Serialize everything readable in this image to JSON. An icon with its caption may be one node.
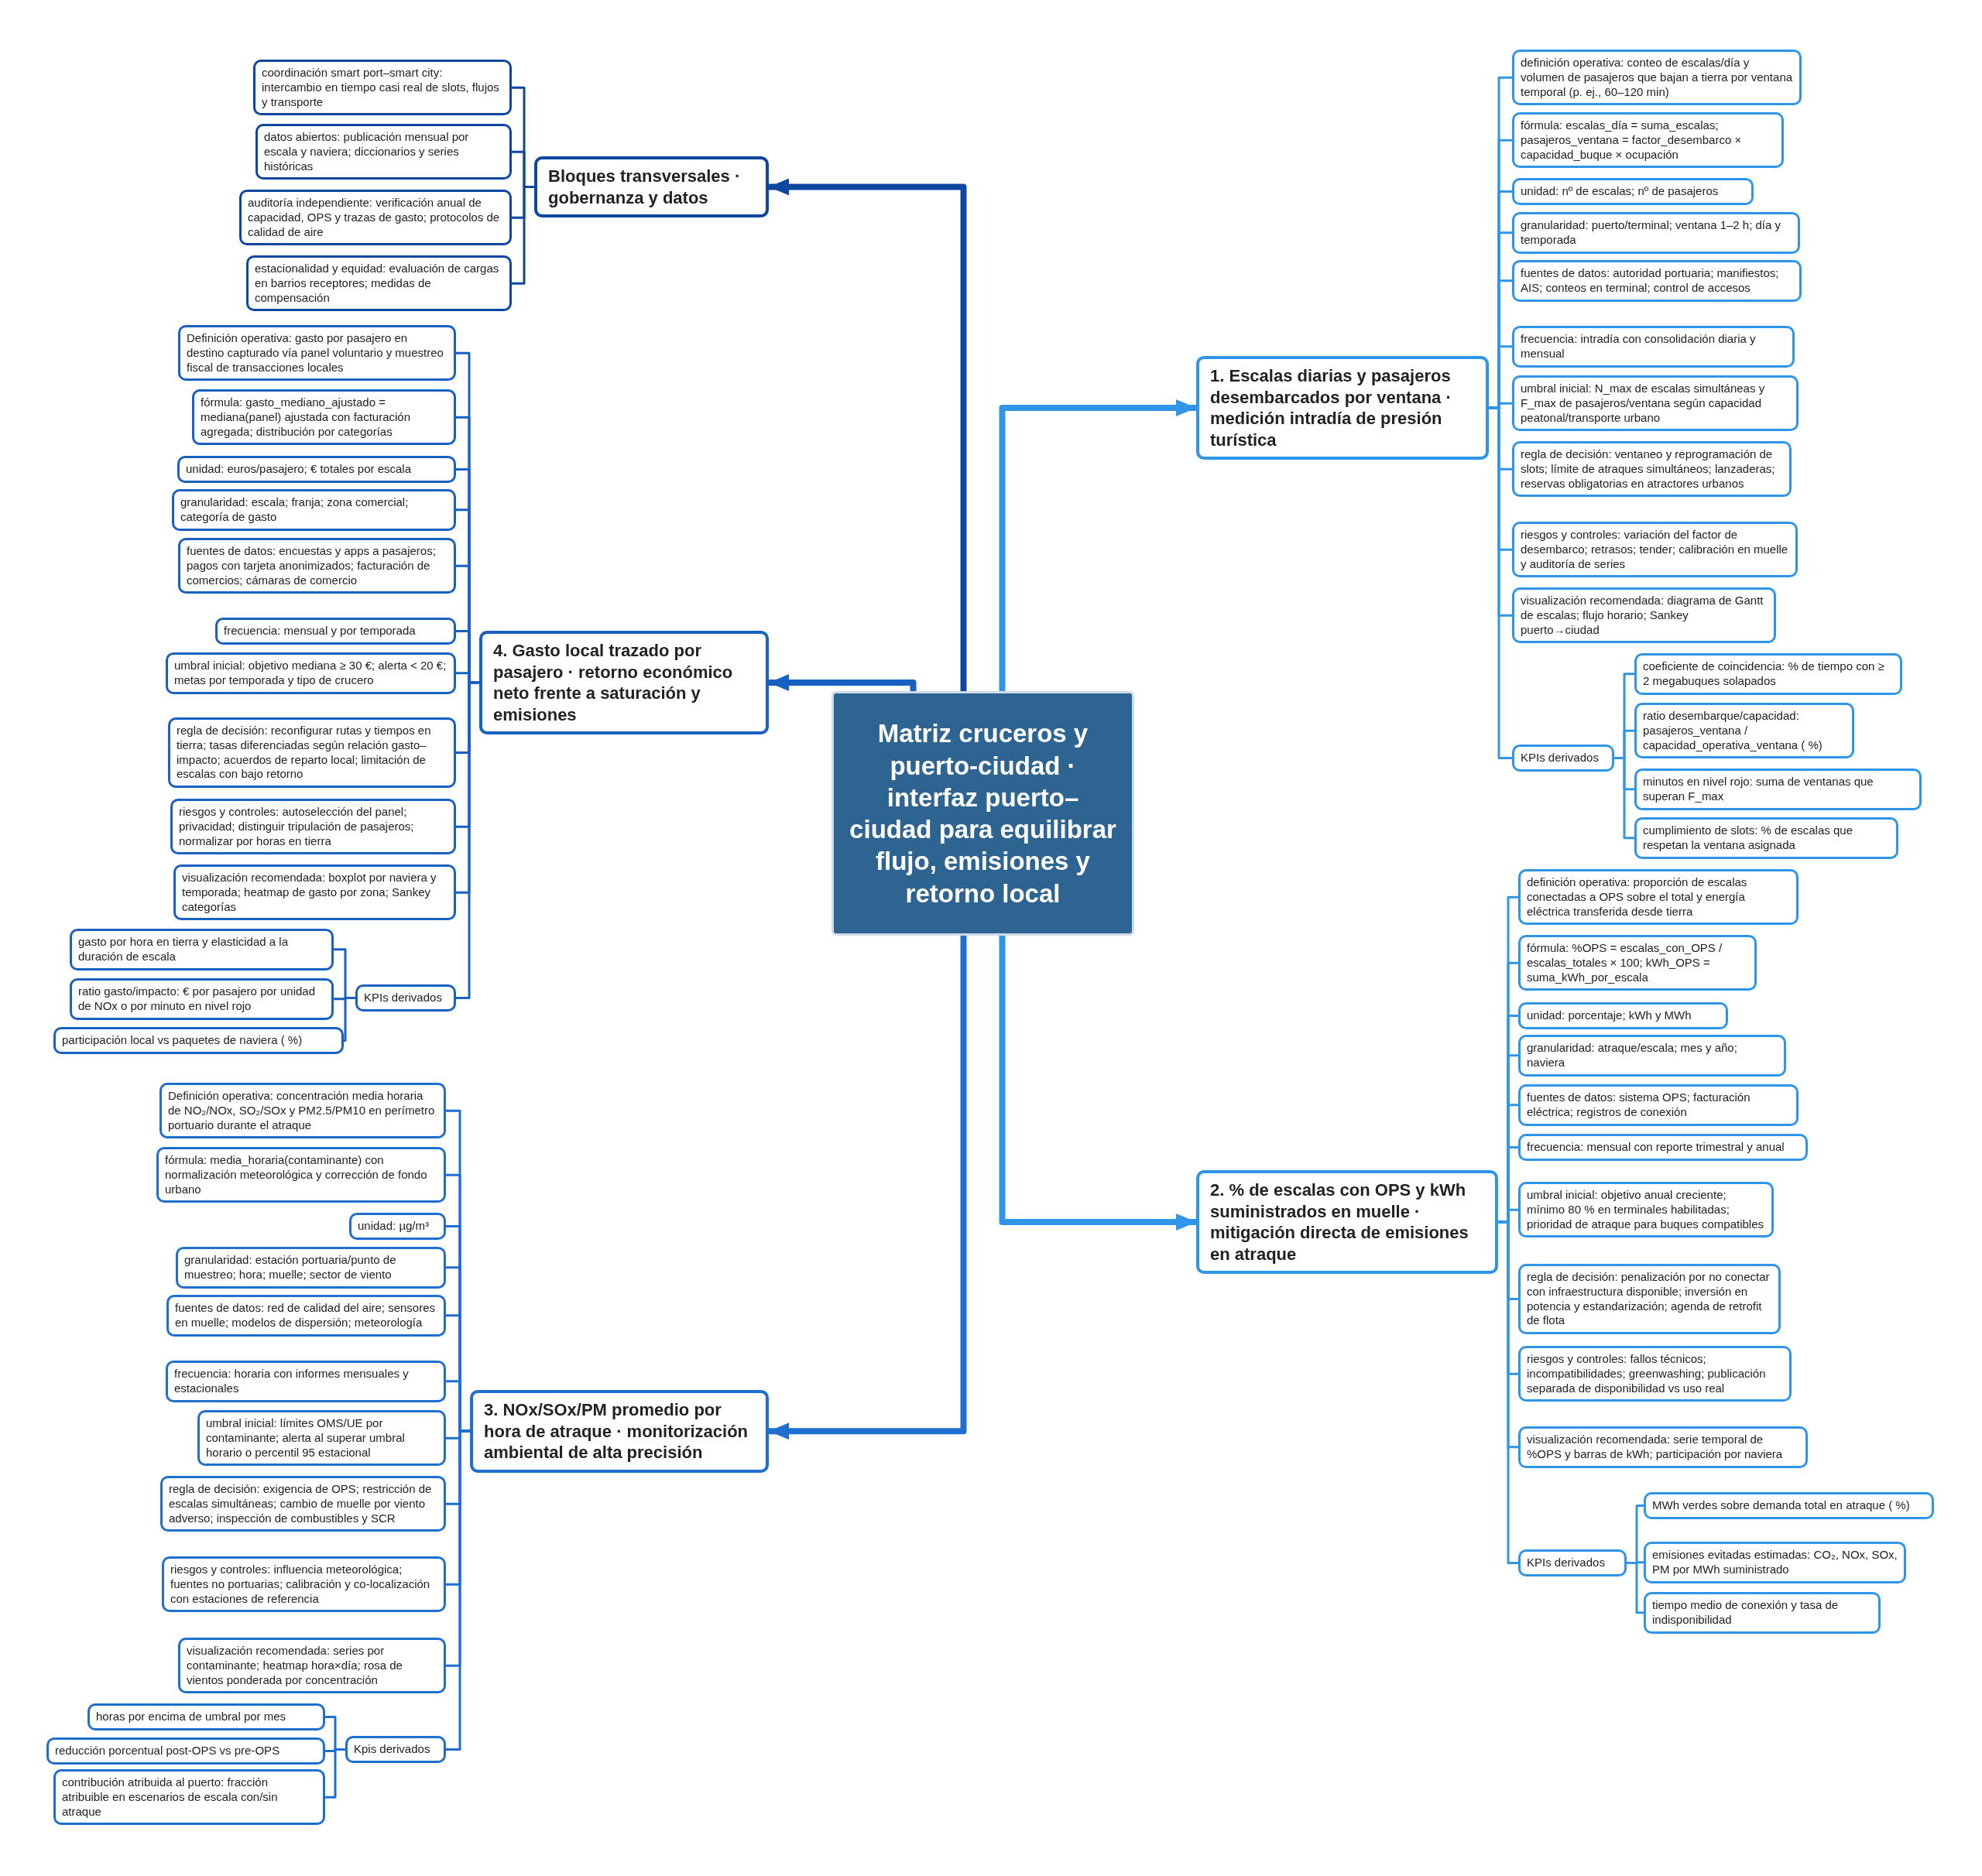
{
  "diagram": {
    "nodes": [
      {
        "text": [
          "Matriz cruceros y puerto-ciudad · interfaz puerto–ciudad para equilibrar flujo, emisiones y retorno local"
        ]
      },
      {
        "text": [
          "1. Escalas diarias y pasajeros desembarcados por ventana · medición intradía de presión turística"
        ]
      },
      {
        "text": [
          "definición operativa: conteo de escalas/día y volumen de pasajeros que bajan a tierra por ventana temporal (p. ej., 60–120 min)"
        ]
      },
      {
        "text": [
          "fórmula: escalas_día = suma_escalas; pasajeros_ventana = factor_desembarco × capacidad_buque × ocupación"
        ]
      },
      {
        "text": [
          "unidad: nº de escalas; nº de pasajeros"
        ]
      },
      {
        "text": [
          "granularidad: puerto/terminal; ventana 1–2 h; día y temporada"
        ]
      },
      {
        "text": [
          "fuentes de datos: autoridad portuaria; manifiestos; AIS; conteos en terminal; control de accesos"
        ]
      },
      {
        "text": [
          "frecuencia: intradía con consolidación diaria y mensual"
        ]
      },
      {
        "text": [
          "umbral inicial: N_max de escalas simultáneas y F_max de pasajeros/ventana según capacidad peatonal/transporte urbano"
        ]
      },
      {
        "text": [
          "regla de decisión: ventaneo y reprogramación de slots; límite de atraques simultáneos; lanzaderas; reservas obligatorias en atractores urbanos"
        ]
      },
      {
        "text": [
          "riesgos y controles: variación del factor de desembarco; retrasos; tender; calibración en muelle y auditoría de series"
        ]
      },
      {
        "text": [
          "visualización recomendada: diagrama de Gantt de escalas; flujo horario; Sankey puerto→ciudad"
        ]
      },
      {
        "text": [
          "KPIs derivados"
        ]
      },
      {
        "text": [
          "coeficiente de coincidencia: % de tiempo con ≥ 2 megabuques solapados"
        ]
      },
      {
        "text": [
          "ratio desembarque/capacidad: pasajeros_ventana / capacidad_operativa_ventana ( %)"
        ]
      },
      {
        "text": [
          "minutos en nivel rojo: suma de ventanas que superan F_max"
        ]
      },
      {
        "text": [
          "cumplimiento de slots: % de escalas que respetan la ventana asignada"
        ]
      },
      {
        "text": [
          "2. % de escalas con OPS y kWh suministrados en muelle · mitigación directa de emisiones en atraque"
        ]
      },
      {
        "text": [
          "definición operativa: proporción de escalas conectadas a OPS sobre el total y energía eléctrica transferida desde tierra"
        ]
      },
      {
        "text": [
          "fórmula: %OPS = escalas_con_OPS / escalas_totales × 100; kWh_OPS = suma_kWh_por_escala"
        ]
      },
      {
        "text": [
          "unidad: porcentaje; kWh y MWh"
        ]
      },
      {
        "text": [
          "granularidad: atraque/escala; mes y año; naviera"
        ]
      },
      {
        "text": [
          "fuentes de datos: sistema OPS; facturación eléctrica; registros de conexión"
        ]
      },
      {
        "text": [
          "frecuencia: mensual con reporte trimestral y anual"
        ]
      },
      {
        "text": [
          "umbral inicial: objetivo anual creciente; mínimo 80 % en terminales habilitadas; prioridad de atraque para buques compatibles"
        ]
      },
      {
        "text": [
          "regla de decisión: penalización por no conectar con infraestructura disponible; inversión en potencia y estandarización; agenda de retrofit de flota"
        ]
      },
      {
        "text": [
          "riesgos y controles: fallos técnicos; incompatibilidades; greenwashing; publicación separada de disponibilidad vs uso real"
        ]
      },
      {
        "text": [
          "visualización recomendada: serie temporal de %OPS y barras de kWh; participación por naviera"
        ]
      },
      {
        "text": [
          "KPIs derivados"
        ]
      },
      {
        "text": [
          "MWh verdes sobre demanda total en atraque ( %)"
        ]
      },
      {
        "text": [
          "emisiones evitadas estimadas: CO₂, NOx, SOx, PM por MWh suministrado"
        ]
      },
      {
        "text": [
          "tiempo medio de conexión y tasa de indisponibilidad"
        ]
      },
      {
        "text": [
          "3. NOx/SOx/PM promedio por hora de atraque · monitorización ambiental de alta precisión"
        ]
      },
      {
        "text": [
          "Definición operativa: concentración media horaria de NO₂/NOx, SO₂/SOx y PM2.5/PM10 en perímetro portuario durante el atraque"
        ]
      },
      {
        "text": [
          "fórmula: media_horaria(contaminante) con normalización meteorológica y corrección de fondo urbano"
        ]
      },
      {
        "text": [
          "unidad: µg/m³"
        ]
      },
      {
        "text": [
          "granularidad: estación portuaria/punto de muestreo; hora; muelle; sector de viento"
        ]
      },
      {
        "text": [
          "fuentes de datos: red de calidad del aire; sensores en muelle; modelos de dispersión; meteorología"
        ]
      },
      {
        "text": [
          "frecuencia: horaria con informes mensuales y estacionales"
        ]
      },
      {
        "text": [
          "umbral inicial: límites OMS/UE por contaminante; alerta al superar umbral horario o percentil 95 estacional"
        ]
      },
      {
        "text": [
          "regla de decisión: exigencia de OPS; restricción de escalas simultáneas; cambio de muelle por viento adverso; inspección de combustibles y SCR"
        ]
      },
      {
        "text": [
          "riesgos y controles: influencia meteorológica; fuentes no portuarias; calibración y co-localización con estaciones de referencia"
        ]
      },
      {
        "text": [
          "visualización recomendada: series por contaminante; heatmap hora×día; rosa de vientos ponderada por concentración"
        ]
      },
      {
        "text": [
          "Kpis derivados"
        ]
      },
      {
        "text": [
          "horas por encima de umbral por mes"
        ]
      },
      {
        "text": [
          "reducción porcentual post-OPS vs pre-OPS"
        ]
      },
      {
        "text": [
          "contribución atribuida al puerto: fracción atribuible en escenarios de escala con/sin atraque"
        ]
      },
      {
        "text": [
          "4. Gasto local trazado por pasajero · retorno económico neto frente a saturación y emisiones"
        ]
      },
      {
        "text": [
          "Definición operativa: gasto por pasajero en destino capturado vía panel voluntario y muestreo fiscal de transacciones locales"
        ]
      },
      {
        "text": [
          "fórmula: gasto_mediano_ajustado = mediana(panel) ajustada con facturación agregada; distribución por categorías"
        ]
      },
      {
        "text": [
          "unidad: euros/pasajero; € totales por escala"
        ]
      },
      {
        "text": [
          "granularidad: escala; franja; zona comercial; categoría de gasto"
        ]
      },
      {
        "text": [
          "fuentes de datos: encuestas y apps a pasajeros; pagos con tarjeta anonimizados; facturación de comercios; cámaras de comercio"
        ]
      },
      {
        "text": [
          "frecuencia: mensual y por temporada"
        ]
      },
      {
        "text": [
          "umbral inicial: objetivo mediana ≥ 30 €; alerta < 20 €; metas por temporada y tipo de crucero"
        ]
      },
      {
        "text": [
          "regla de decisión: reconfigurar rutas y tiempos en tierra; tasas diferenciadas según relación gasto–impacto; acuerdos de reparto local; limitación de escalas con bajo retorno"
        ]
      },
      {
        "text": [
          "riesgos y controles: autoselección del panel; privacidad; distinguir tripulación de pasajeros; normalizar por horas en tierra"
        ]
      },
      {
        "text": [
          "visualización recomendada: boxplot por naviera y temporada; heatmap de gasto por zona; Sankey categorías"
        ]
      },
      {
        "text": [
          "KPIs derivados"
        ]
      },
      {
        "text": [
          "gasto por hora en tierra y elasticidad a la duración de escala"
        ]
      },
      {
        "text": [
          "ratio gasto/impacto: € por pasajero por unidad de NOx o por minuto en nivel rojo"
        ]
      },
      {
        "text": [
          "participación local vs paquetes de naviera ( %)"
        ]
      },
      {
        "text": [
          "Bloques transversales · gobernanza y datos"
        ]
      },
      {
        "text": [
          "coordinación smart port–smart city: intercambio en tiempo casi real de slots, flujos y transporte"
        ]
      },
      {
        "text": [
          "datos abiertos: publicación mensual por escala y naviera; diccionarios y series históricas"
        ]
      },
      {
        "text": [
          "auditoría independiente: verificación anual de capacidad, OPS y trazas de gasto; protocolos de calidad de aire"
        ]
      },
      {
        "text": [
          "estacionalidad y equidad: evaluación de cargas en barrios receptores; medidas de compensación"
        ]
      }
    ],
    "edges": [
      {
        "from": 0,
        "to": 1,
        "arrow": "to",
        "style": "thick"
      },
      {
        "from": 1,
        "to": 2,
        "arrow": "none"
      },
      {
        "from": 1,
        "to": 3,
        "arrow": "none"
      },
      {
        "from": 1,
        "to": 4,
        "arrow": "none"
      },
      {
        "from": 1,
        "to": 5,
        "arrow": "none"
      },
      {
        "from": 1,
        "to": 6,
        "arrow": "none"
      },
      {
        "from": 1,
        "to": 7,
        "arrow": "none"
      },
      {
        "from": 1,
        "to": 8,
        "arrow": "none"
      },
      {
        "from": 1,
        "to": 9,
        "arrow": "none"
      },
      {
        "from": 1,
        "to": 10,
        "arrow": "none"
      },
      {
        "from": 1,
        "to": 11,
        "arrow": "none"
      },
      {
        "from": 1,
        "to": 12,
        "arrow": "none"
      },
      {
        "from": 12,
        "to": 13,
        "arrow": "none"
      },
      {
        "from": 12,
        "to": 14,
        "arrow": "none"
      },
      {
        "from": 12,
        "to": 15,
        "arrow": "none"
      },
      {
        "from": 12,
        "to": 16,
        "arrow": "none"
      },
      {
        "from": 0,
        "to": 17,
        "arrow": "to",
        "style": "thick"
      },
      {
        "from": 17,
        "to": 18,
        "arrow": "none"
      },
      {
        "from": 17,
        "to": 19,
        "arrow": "none"
      },
      {
        "from": 17,
        "to": 20,
        "arrow": "none"
      },
      {
        "from": 17,
        "to": 21,
        "arrow": "none"
      },
      {
        "from": 17,
        "to": 22,
        "arrow": "none"
      },
      {
        "from": 17,
        "to": 23,
        "arrow": "none"
      },
      {
        "from": 17,
        "to": 24,
        "arrow": "none"
      },
      {
        "from": 17,
        "to": 25,
        "arrow": "none"
      },
      {
        "from": 17,
        "to": 26,
        "arrow": "none"
      },
      {
        "from": 17,
        "to": 27,
        "arrow": "none"
      },
      {
        "from": 17,
        "to": 28,
        "arrow": "none"
      },
      {
        "from": 28,
        "to": 29,
        "arrow": "none"
      },
      {
        "from": 28,
        "to": 30,
        "arrow": "none"
      },
      {
        "from": 28,
        "to": 31,
        "arrow": "none"
      },
      {
        "from": 0,
        "to": 32,
        "arrow": "to",
        "style": "thick",
        "color": "#1e6fd0"
      },
      {
        "from": 32,
        "to": 33,
        "arrow": "none",
        "color": "#1e6fd0"
      },
      {
        "from": 32,
        "to": 34,
        "arrow": "none",
        "color": "#1e6fd0"
      },
      {
        "from": 32,
        "to": 35,
        "arrow": "none",
        "color": "#1e6fd0"
      },
      {
        "from": 32,
        "to": 36,
        "arrow": "none",
        "color": "#1e6fd0"
      },
      {
        "from": 32,
        "to": 37,
        "arrow": "none",
        "color": "#1e6fd0"
      },
      {
        "from": 32,
        "to": 38,
        "arrow": "none",
        "color": "#1e6fd0"
      },
      {
        "from": 32,
        "to": 39,
        "arrow": "none",
        "color": "#1e6fd0"
      },
      {
        "from": 32,
        "to": 40,
        "arrow": "none",
        "color": "#1e6fd0"
      },
      {
        "from": 32,
        "to": 41,
        "arrow": "none",
        "color": "#1e6fd0"
      },
      {
        "from": 32,
        "to": 42,
        "arrow": "none",
        "color": "#1e6fd0"
      },
      {
        "from": 32,
        "to": 43,
        "arrow": "none",
        "color": "#1e6fd0"
      },
      {
        "from": 43,
        "to": 44,
        "arrow": "none",
        "color": "#1e6fd0"
      },
      {
        "from": 43,
        "to": 45,
        "arrow": "none",
        "color": "#1e6fd0"
      },
      {
        "from": 43,
        "to": 46,
        "arrow": "none",
        "color": "#1e6fd0"
      },
      {
        "from": 0,
        "to": 47,
        "arrow": "to",
        "style": "thick",
        "color": "#1860c2"
      },
      {
        "from": 47,
        "to": 48,
        "arrow": "none",
        "color": "#1860c2"
      },
      {
        "from": 47,
        "to": 49,
        "arrow": "none",
        "color": "#1860c2"
      },
      {
        "from": 47,
        "to": 50,
        "arrow": "none",
        "color": "#1860c2"
      },
      {
        "from": 47,
        "to": 51,
        "arrow": "none",
        "color": "#1860c2"
      },
      {
        "from": 47,
        "to": 52,
        "arrow": "none",
        "color": "#1860c2"
      },
      {
        "from": 47,
        "to": 53,
        "arrow": "none",
        "color": "#1860c2"
      },
      {
        "from": 47,
        "to": 54,
        "arrow": "none",
        "color": "#1860c2"
      },
      {
        "from": 47,
        "to": 55,
        "arrow": "none",
        "color": "#1860c2"
      },
      {
        "from": 47,
        "to": 56,
        "arrow": "none",
        "color": "#1860c2"
      },
      {
        "from": 47,
        "to": 57,
        "arrow": "none",
        "color": "#1860c2"
      },
      {
        "from": 47,
        "to": 58,
        "arrow": "none",
        "color": "#1860c2"
      },
      {
        "from": 58,
        "to": 59,
        "arrow": "none",
        "color": "#1860c2"
      },
      {
        "from": 58,
        "to": 60,
        "arrow": "none",
        "color": "#1860c2"
      },
      {
        "from": 58,
        "to": 61,
        "arrow": "none",
        "color": "#1860c2"
      },
      {
        "from": 0,
        "to": 62,
        "arrow": "to",
        "style": "thick",
        "color": "#0d47a1"
      },
      {
        "from": 62,
        "to": 63,
        "arrow": "none",
        "color": "#0d47a1"
      },
      {
        "from": 62,
        "to": 64,
        "arrow": "none",
        "color": "#0d47a1"
      },
      {
        "from": 62,
        "to": 65,
        "arrow": "none",
        "color": "#0d47a1"
      },
      {
        "from": 62,
        "to": 66,
        "arrow": "none",
        "color": "#0d47a1"
      }
    ]
  }
}
